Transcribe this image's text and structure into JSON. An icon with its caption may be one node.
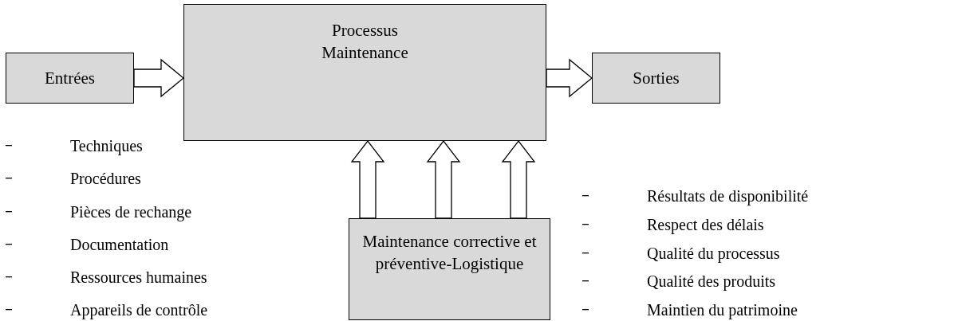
{
  "diagram": {
    "nodes": [
      {
        "text": [
          "Entrées"
        ]
      },
      {
        "text": [
          "Processus Maintenance"
        ]
      },
      {
        "text": [
          "Sorties"
        ]
      },
      {
        "text": [
          "Maintenance corrective et préventive-Logistique"
        ]
      }
    ],
    "edges": [
      {
        "from": 0,
        "to": 1,
        "arrow": "to"
      },
      {
        "from": 1,
        "to": 2,
        "arrow": "to"
      },
      {
        "from": 3,
        "to": 1,
        "arrow": "to"
      },
      {
        "from": 3,
        "to": 1,
        "arrow": "to"
      },
      {
        "from": 3,
        "to": 1,
        "arrow": "to"
      }
    ],
    "labels": [
      "Techniques",
      "Procédures",
      "Pièces de rechange",
      "Documentation",
      "Ressources humaines",
      "Appareils de contrôle",
      "Résultats de disponibilité",
      "Respect des délais",
      "Qualité du processus",
      "Qualité des produits",
      "Maintien du patrimoine"
    ]
  }
}
